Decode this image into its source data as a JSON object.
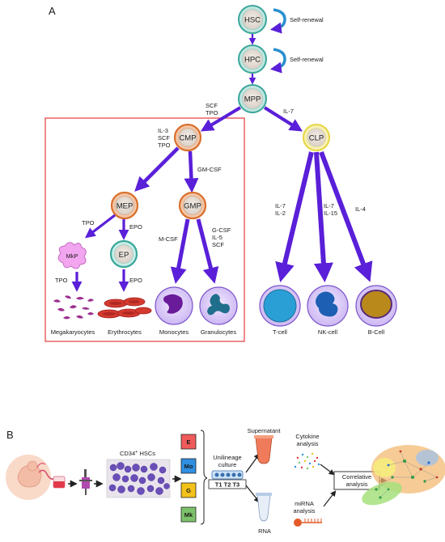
{
  "panel_a": {
    "label": "A",
    "stem_cells": {
      "hsc": "HSC",
      "hpc": "HPC",
      "mpp": "MPP",
      "cmp": "CMP",
      "clp": "CLP",
      "mep": "MEP",
      "gmp": "GMP",
      "mkp": "MkP",
      "ep": "EP"
    },
    "self_renewal": "Self-renewal",
    "cytokines": {
      "mpp_to_cmp_1": "SCF",
      "mpp_to_cmp_2": "TPO",
      "mpp_to_clp": "IL-7",
      "cmp_1": "IL-3",
      "cmp_2": "SCF",
      "cmp_3": "TPO",
      "cmp_to_gmp": "GM-CSF",
      "mep_to_mkp": "TPO",
      "mep_to_ep": "EPO",
      "mkp_to_mk": "TPO",
      "ep_to_ery": "EPO",
      "gmp_to_mono": "M-CSF",
      "gmp_to_gran_1": "G-CSF",
      "gmp_to_gran_2": "IL-5",
      "gmp_to_gran_3": "SCF",
      "clp_to_t_1": "IL-7",
      "clp_to_t_2": "IL-2",
      "clp_to_nk_1": "IL-7",
      "clp_to_nk_2": "IL-15",
      "clp_to_b": "IL-4"
    },
    "mature_cells": {
      "megakaryocytes": "Megakaryocytes",
      "erythrocytes": "Erythrocytes",
      "monocytes": "Monocytes",
      "granulocytes": "Granulocytes",
      "t_cell": "T-cell",
      "nk_cell": "NK-cell",
      "b_cell": "B-Cell"
    }
  },
  "panel_b": {
    "label": "B",
    "hsc_label_prefix": "CD34",
    "hsc_label_sup": "+",
    "hsc_label_suffix": " HSCs",
    "lineages": [
      "E",
      "Mo",
      "G",
      "Mk"
    ],
    "culture_title_1": "Unilineage",
    "culture_title_2": "culture",
    "timepoints": "T1 T2 T3",
    "supernatant": "Supernatant",
    "rna": "RNA",
    "cytokine_1": "Cytokine",
    "cytokine_2": "analysis",
    "mirna_1": "miRNA",
    "mirna_2": "analysis",
    "correlative_1": "Correlative",
    "correlative_2": "analysis"
  },
  "colors": {
    "arrow": "#5a1fd8",
    "box": "#e23b3b",
    "stem_outer": "#3aa69a",
    "myeloid_outer": "#d96f2c",
    "lymphoid_outer": "#e8d84a",
    "cell_fill": "#efe6dd",
    "lineage_e": "#f05a5a",
    "lineage_mo": "#2f8fe0",
    "lineage_g": "#f2c21a",
    "lineage_mk": "#7cc26a"
  }
}
